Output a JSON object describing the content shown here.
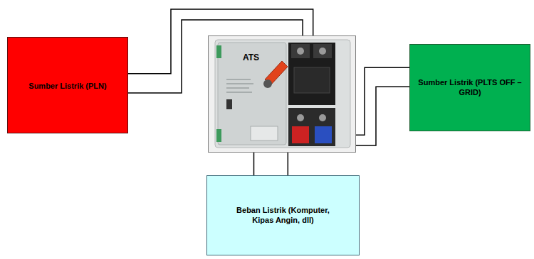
{
  "diagram": {
    "nodes": [
      {
        "text": [
          "Sumber Listrik (PLN)"
        ]
      },
      {
        "text": [
          "ATS"
        ]
      },
      {
        "text": [
          "Sumber Listrik (PLTS OFF – GRID)"
        ]
      },
      {
        "text": [
          "Beban Listrik (Komputer, Kipas Angin, dll)"
        ]
      }
    ],
    "edges": [
      {
        "from": 0,
        "to": 1,
        "arrow": "none"
      },
      {
        "from": 0,
        "to": 1,
        "arrow": "none"
      },
      {
        "from": 2,
        "to": 1,
        "arrow": "none"
      },
      {
        "from": 2,
        "to": 1,
        "arrow": "none"
      },
      {
        "from": 1,
        "to": 3,
        "arrow": "none"
      },
      {
        "from": 1,
        "to": 3,
        "arrow": "none"
      }
    ]
  }
}
